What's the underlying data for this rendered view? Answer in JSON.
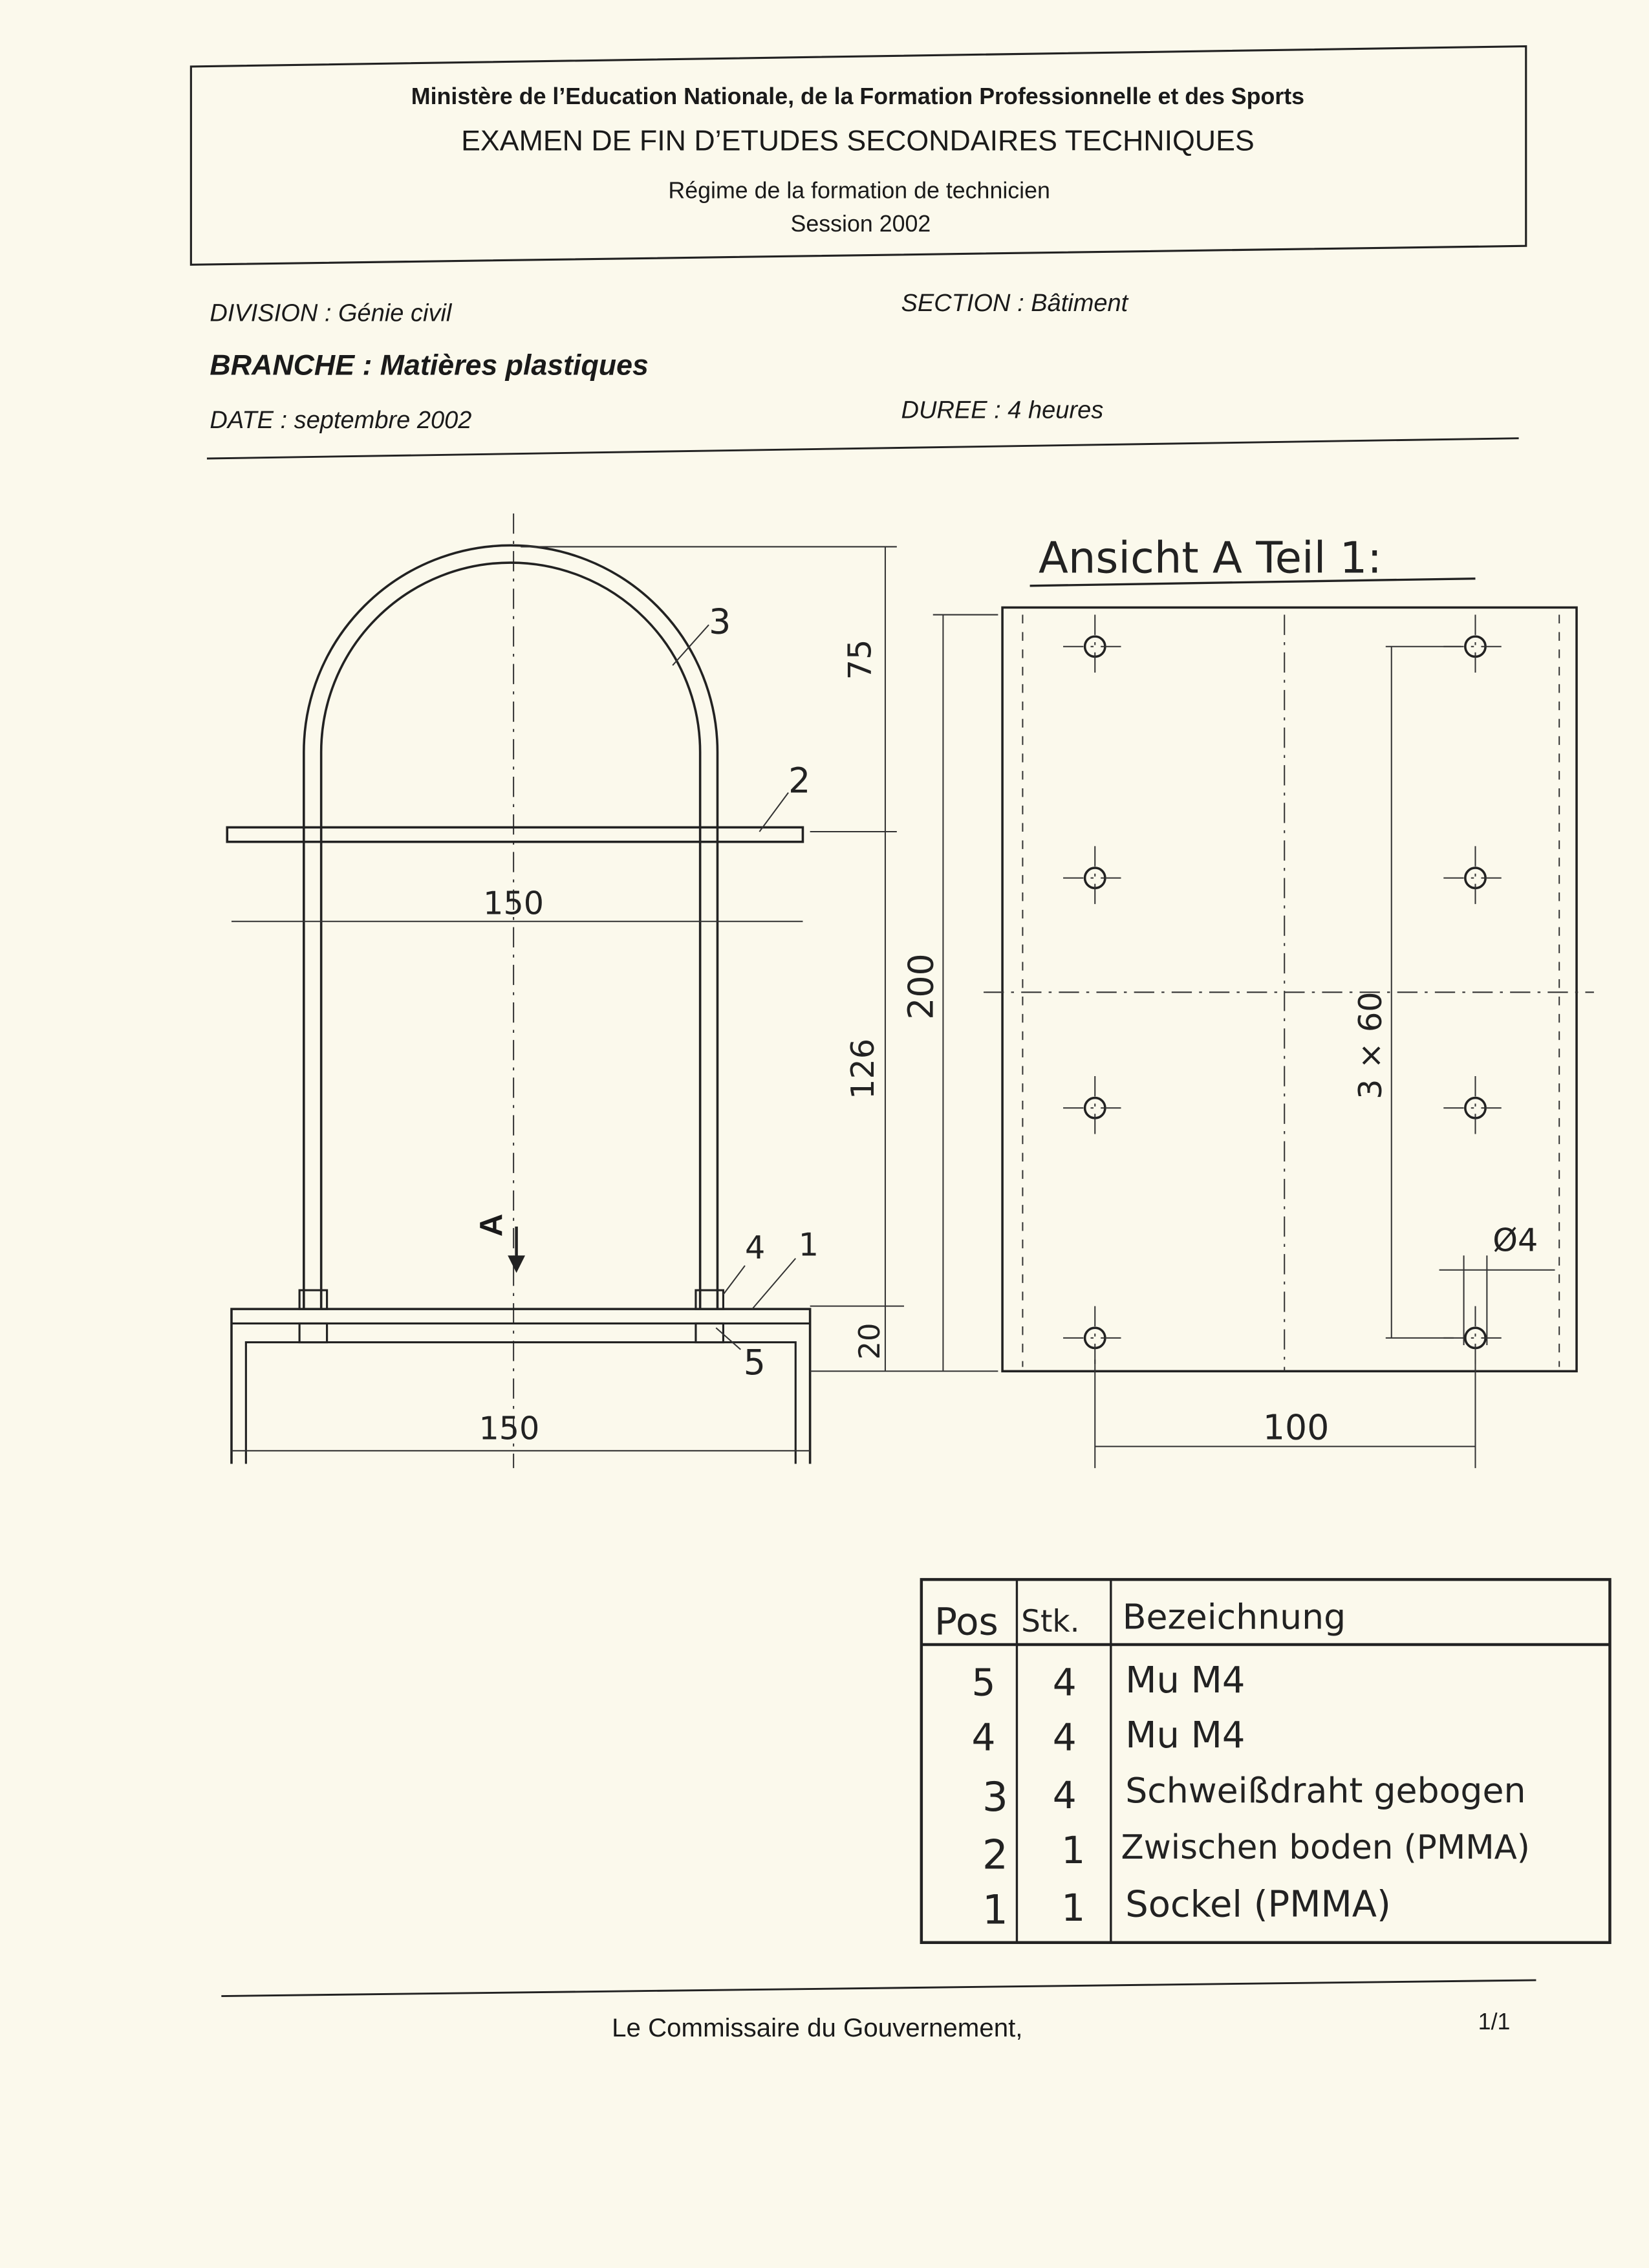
{
  "header": {
    "ministry": "Ministère de l’Education Nationale, de la Formation Professionnelle et des Sports",
    "exam_title": "EXAMEN DE FIN D’ETUDES SECONDAIRES TECHNIQUES",
    "regime": "Régime de la formation de technicien",
    "session": "Session  2002"
  },
  "info": {
    "division": "DIVISION : Génie civil",
    "section": "SECTION : Bâtiment",
    "branche": "BRANCHE :  Matières plastiques",
    "date": "DATE : septembre 2002",
    "duree": "DUREE : 4 heures"
  },
  "drawing_front": {
    "dim_75": "75",
    "dim_126": "126",
    "dim_200": "200",
    "dim_20": "20",
    "dim_150_shelf": "150",
    "dim_150_base": "150",
    "view_marker": "A",
    "pos_labels": [
      "1",
      "2",
      "3",
      "4",
      "5"
    ]
  },
  "drawing_view_a": {
    "title": "Ansicht A   Teil 1:",
    "dim_3x60": "3 × 60",
    "dim_d4": "Ø4",
    "dim_100": "100"
  },
  "parts_table": {
    "headers": [
      "Pos",
      "Stk.",
      "Bezeichnung"
    ],
    "rows": [
      [
        "5",
        "4",
        "Mu M4"
      ],
      [
        "4",
        "4",
        "Mu M4"
      ],
      [
        "3",
        "4",
        "Schweißdraht gebogen"
      ],
      [
        "2",
        "1",
        "Zwischen boden (PMMA)"
      ],
      [
        "1",
        "1",
        "Sockel (PMMA)"
      ]
    ]
  },
  "footer": {
    "signature_label": "Le Commissaire du Gouvernement,",
    "page": "1/1"
  }
}
